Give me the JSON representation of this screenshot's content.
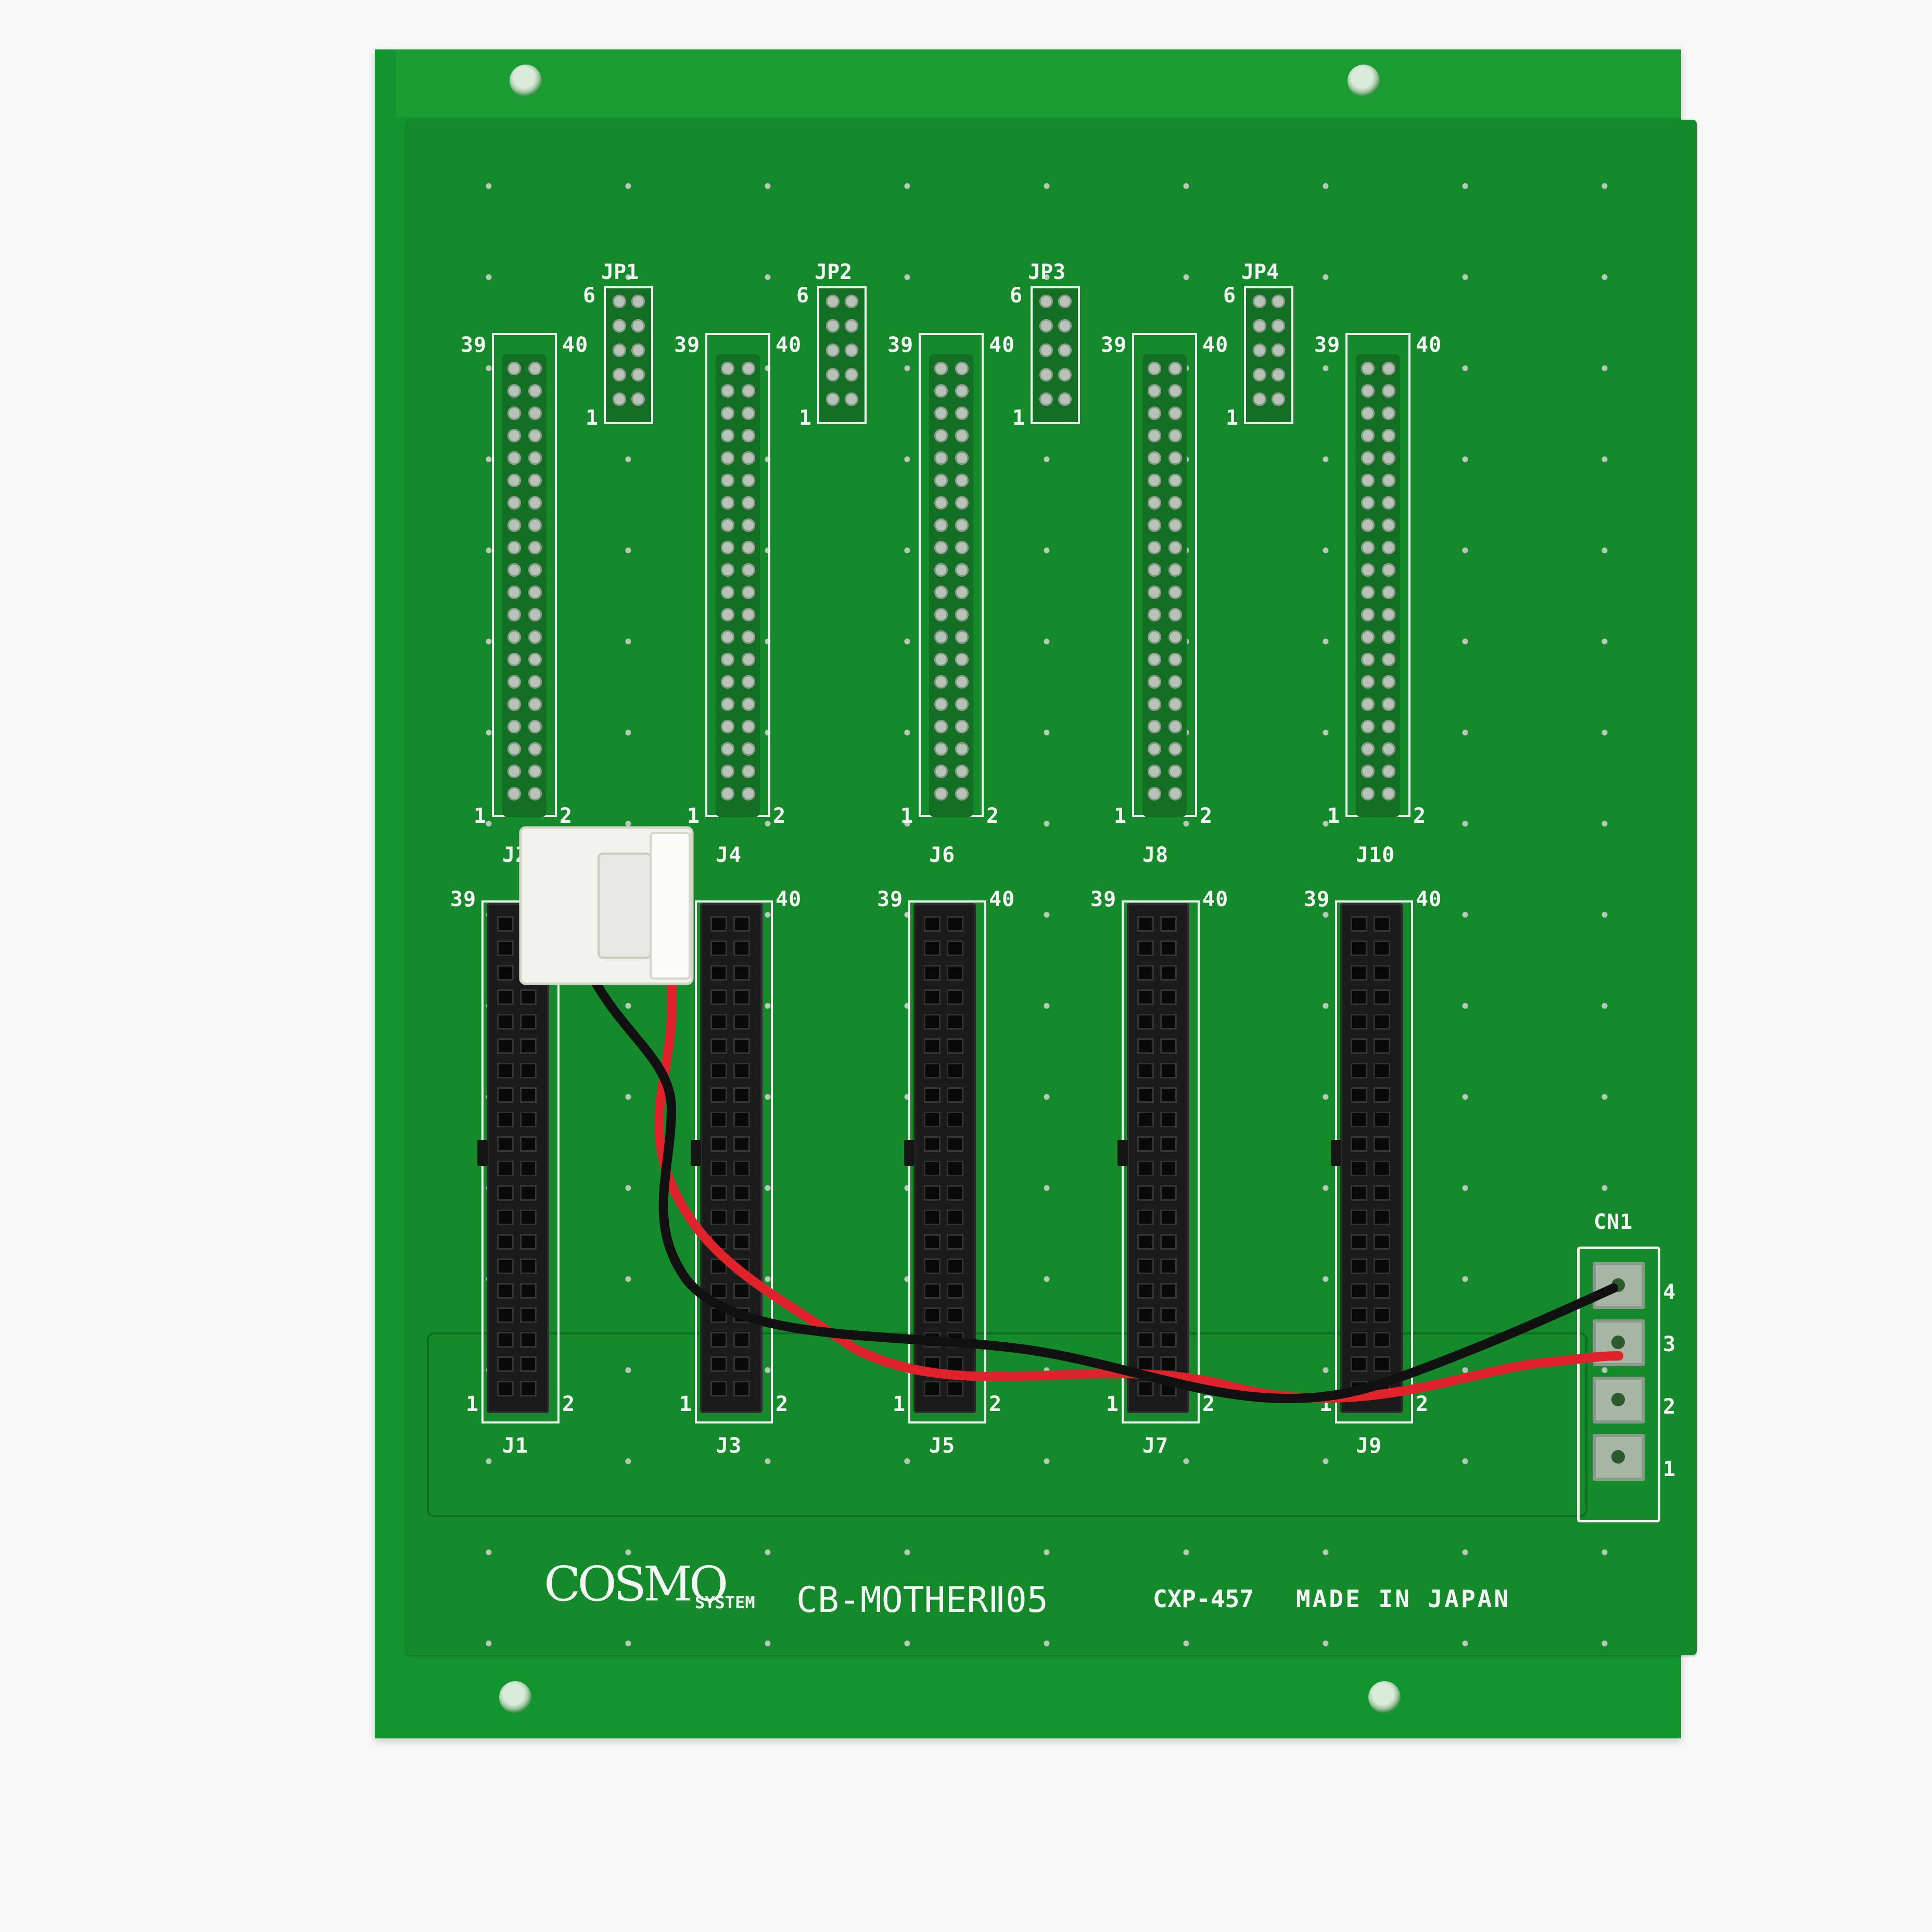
{
  "board": {
    "brand": "COSMO",
    "brand_suffix": "SYSTEM",
    "model": "CB-MOTHERⅡ05",
    "part_number": "CXP-457",
    "origin": "MADE IN JAPAN"
  },
  "top_headers": [
    {
      "label": "J2"
    },
    {
      "label": "J4"
    },
    {
      "label": "J6"
    },
    {
      "label": "J8"
    },
    {
      "label": "J10"
    }
  ],
  "bottom_headers": [
    {
      "label": "J1"
    },
    {
      "label": "J3"
    },
    {
      "label": "J5"
    },
    {
      "label": "J7"
    },
    {
      "label": "J9"
    }
  ],
  "pin_labels": {
    "first": "1",
    "second": "2",
    "last_odd": "39",
    "last_even": "40"
  },
  "jumpers": [
    {
      "label": "JP1",
      "pin_top": "6",
      "pin_bottom": "1"
    },
    {
      "label": "JP2",
      "pin_top": "6",
      "pin_bottom": "1"
    },
    {
      "label": "JP3",
      "pin_top": "6",
      "pin_bottom": "1"
    },
    {
      "label": "JP4",
      "pin_top": "6",
      "pin_bottom": "1"
    }
  ],
  "cn1": {
    "label": "CN1",
    "pins": [
      "4",
      "3",
      "2",
      "1"
    ]
  },
  "colors": {
    "pcb": "#12942e",
    "silkscreen": "#f4f8f4",
    "socket": "#1b1b1b",
    "wire_red": "#e0222a",
    "wire_black": "#111111",
    "housing": "#f4f4f0"
  }
}
